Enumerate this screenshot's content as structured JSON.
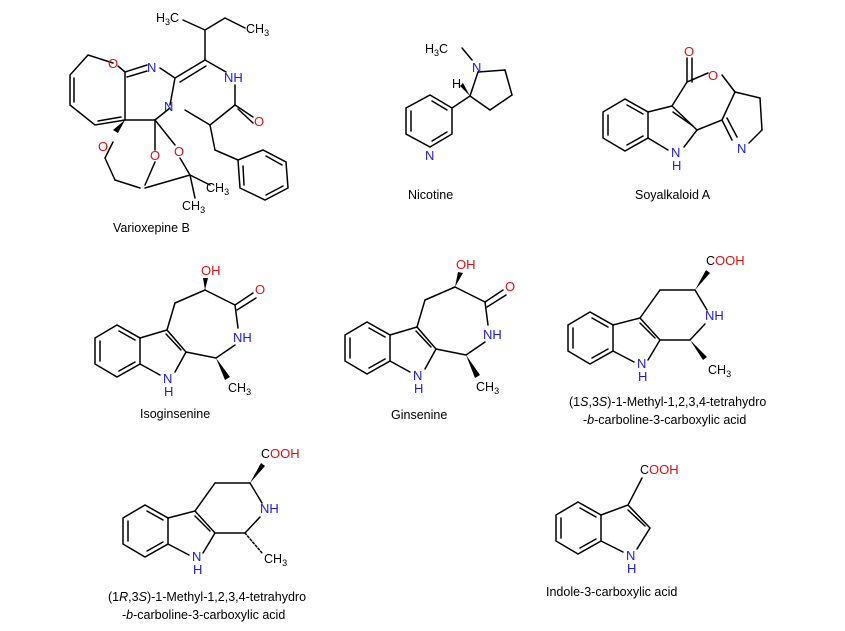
{
  "colors": {
    "nitrogen": "#1a1aee",
    "oxygen": "#e01010",
    "bond": "#000000"
  },
  "compounds": {
    "varioxepine": {
      "name": "Varioxepine B",
      "labels": {
        "n": "N",
        "nh": "NH",
        "n2": "N",
        "o_ring": "O",
        "o_carbonyl": "O",
        "o_bridge1": "O",
        "o_bridge2": "O",
        "o_bridge3": "O",
        "h3c": "H",
        "h3c_num": "3",
        "h3c_c": "C",
        "ch3": "CH",
        "ch3_num": "3",
        "ch3b": "CH",
        "ch3b_num": "3",
        "ch3c": "CH",
        "ch3c_num": "3"
      }
    },
    "nicotine": {
      "name": "Nicotine",
      "labels": {
        "h3c": "H",
        "h3c_num": "3",
        "h3c_c": "C",
        "n_methyl": "N",
        "h": "H",
        "n_pyridine": "N"
      }
    },
    "soyalkaloid": {
      "name": "Soyalkaloid A",
      "labels": {
        "o_carbonyl": "O",
        "o_ring": "O",
        "n": "N",
        "nh_n": "N",
        "nh_h": "H"
      }
    },
    "isoginsenine": {
      "name": "Isoginsenine",
      "labels": {
        "oh": "OH",
        "o": "O",
        "nh": "NH",
        "indole_n": "N",
        "indole_h": "H",
        "ch3": "CH",
        "ch3_num": "3"
      }
    },
    "ginsenine": {
      "name": "Ginsenine",
      "labels": {
        "oh": "OH",
        "o": "O",
        "nh": "NH",
        "indole_n": "N",
        "indole_h": "H",
        "ch3": "CH",
        "ch3_num": "3"
      }
    },
    "carboline_ss": {
      "name_line1_pre": "(1",
      "name_line1_s1": "S",
      "name_line1_mid": ",3",
      "name_line1_s2": "S",
      "name_line1_post": ")-1-Methyl-1,2,3,4-tetrahydro",
      "name_line2_pre": "-",
      "name_line2_b": "b",
      "name_line2_post": "-carboline-3-carboxylic acid",
      "labels": {
        "c": "C",
        "ooh": "OOH",
        "nh": "NH",
        "indole_n": "N",
        "indole_h": "H",
        "ch3": "CH",
        "ch3_num": "3"
      }
    },
    "carboline_rs": {
      "name_line1_pre": "(1",
      "name_line1_r": "R",
      "name_line1_mid": ",3",
      "name_line1_s": "S",
      "name_line1_post": ")-1-Methyl-1,2,3,4-tetrahydro",
      "name_line2_pre": "-",
      "name_line2_b": "b",
      "name_line2_post": "-carboline-3-carboxylic acid",
      "labels": {
        "c": "C",
        "ooh": "OOH",
        "nh": "NH",
        "indole_n": "N",
        "indole_h": "H",
        "ch3": "CH",
        "ch3_num": "3"
      }
    },
    "indole_acid": {
      "name": "Indole-3-carboxylic acid",
      "labels": {
        "c": "C",
        "ooh": "OOH",
        "n": "N",
        "h": "H"
      }
    }
  }
}
